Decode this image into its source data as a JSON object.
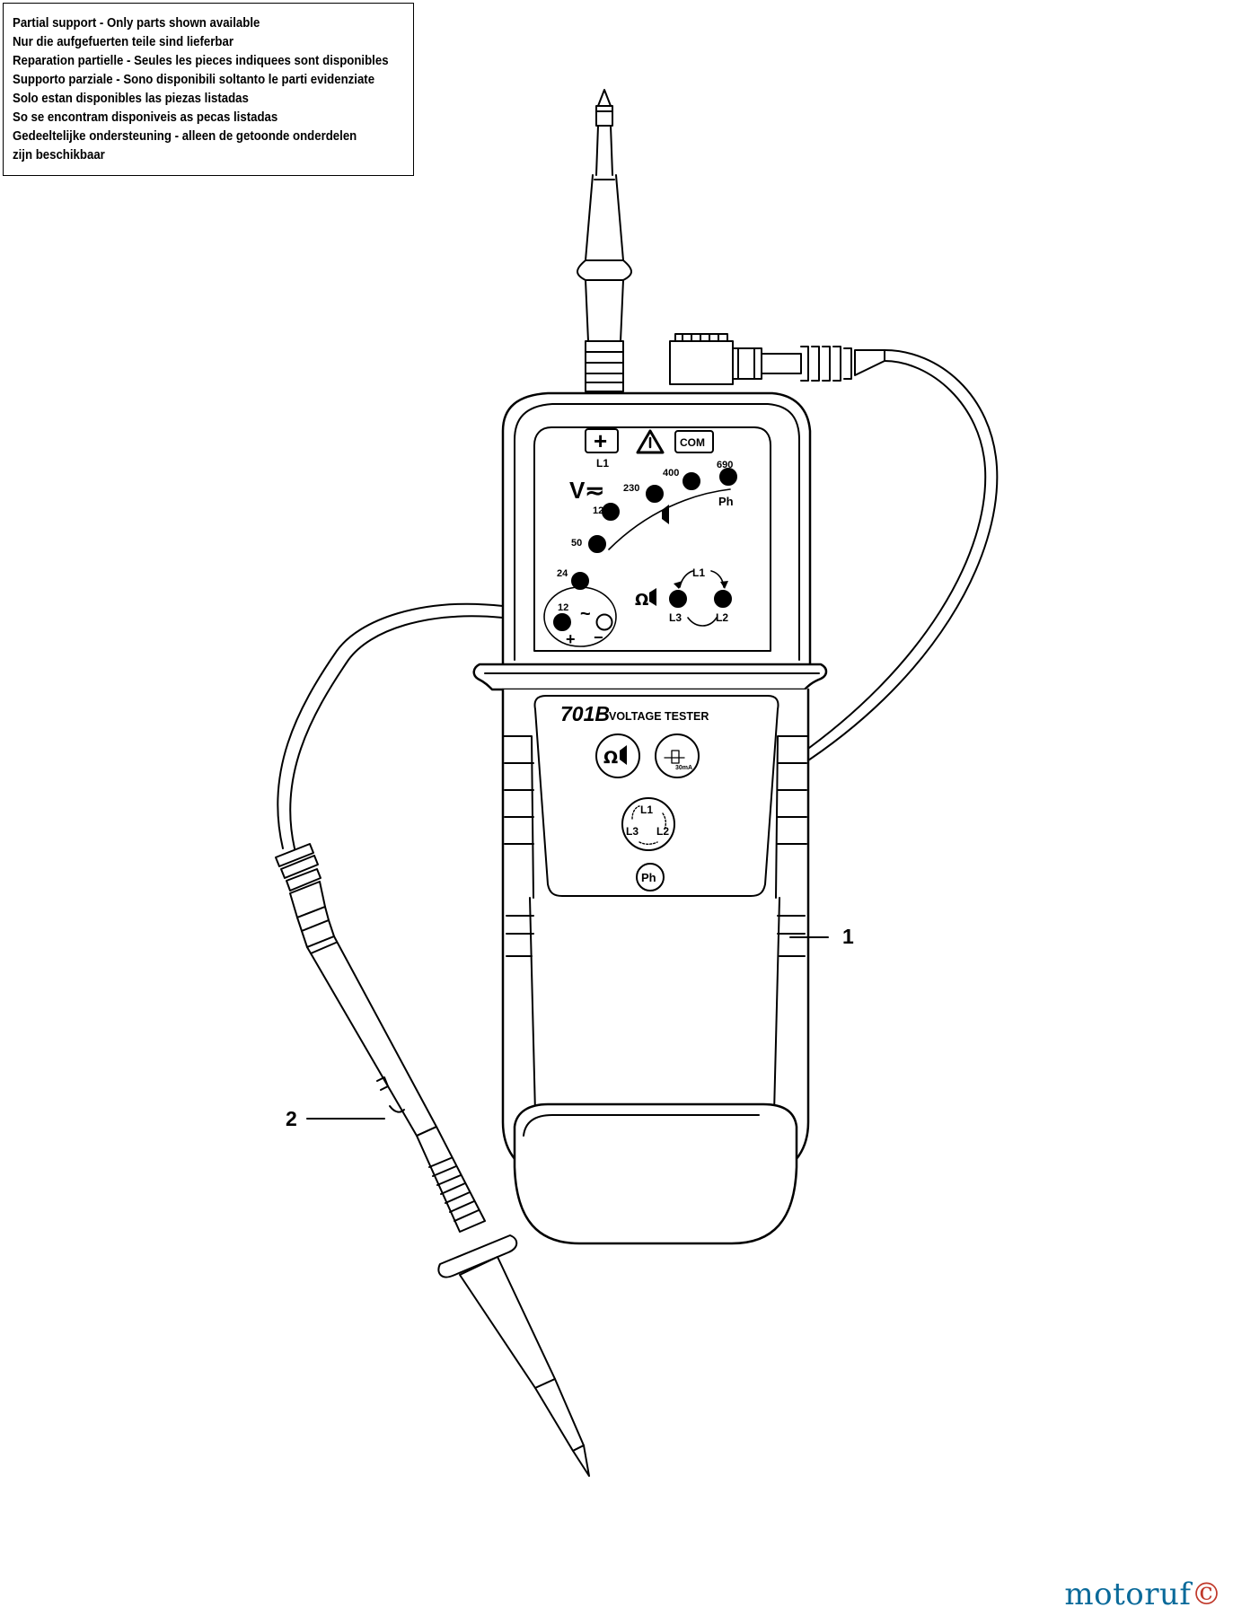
{
  "notice": {
    "lines": [
      "Partial support - Only parts shown available",
      "Nur die aufgefuerten teile sind lieferbar",
      "Reparation partielle - Seules les pieces indiquees sont disponibles",
      "Supporto parziale - Sono disponibili soltanto le parti evidenziate",
      "Solo estan disponibles las piezas listadas",
      "So se encontram disponiveis as pecas listadas",
      "Gedeeltelijke ondersteuning - alleen de getoonde onderdelen",
      "zijn beschikbaar"
    ]
  },
  "tester": {
    "model": "701B",
    "name": "VOLTAGE TESTER",
    "plus_symbol": "+",
    "l1_top": "L1",
    "com_label": "COM",
    "v_symbol": "V≂",
    "ph_label": "Ph",
    "tilde": "~",
    "plus_bottom": "+",
    "minus_bottom": "−",
    "voltage_labels": [
      "690",
      "400",
      "230",
      "127",
      "50",
      "24",
      "12"
    ],
    "rotation_labels": {
      "l1": "L1",
      "l2": "L2",
      "l3": "L3"
    },
    "button_ph": "Ph",
    "button_rotation": {
      "l1": "L1",
      "l2": "L2",
      "l3": "L3"
    },
    "button_rcd_text": "30mA",
    "omega_symbol": "Ω",
    "omega_button": "Ω"
  },
  "callouts": [
    {
      "number": "1"
    },
    {
      "number": "2"
    }
  ],
  "watermark": {
    "text": "motoruf",
    "suffix": "©"
  }
}
